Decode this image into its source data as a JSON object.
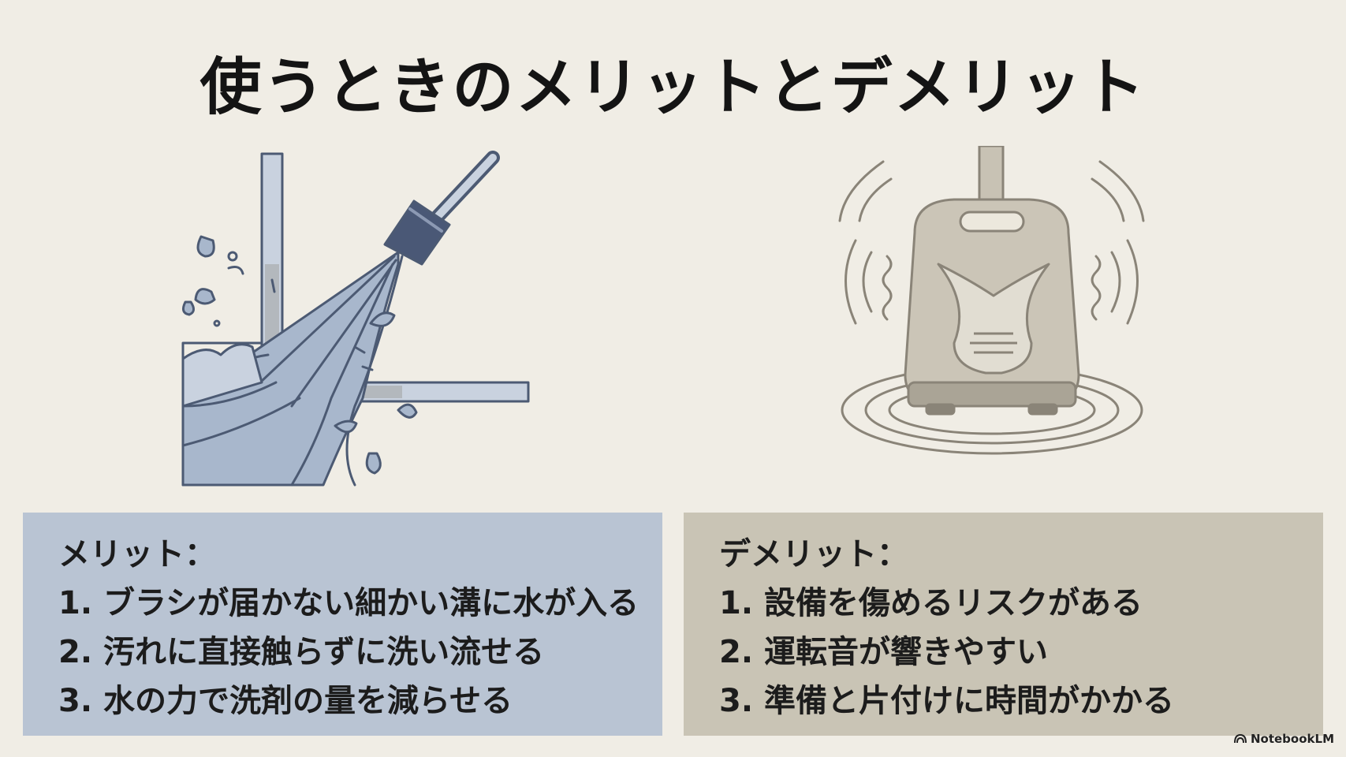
{
  "title": "使うときのメリットとデメリット",
  "merits": {
    "heading": "メリット：",
    "items": [
      "1. ブラシが届かない細かい溝に水が入る",
      "2. 汚れに直接触らずに洗い流せる",
      "3. 水の力で洗剤の量を減らせる"
    ]
  },
  "demerits": {
    "heading": "デメリット：",
    "items": [
      "1. 設備を傷めるリスクがある",
      "2. 運転音が響きやすい",
      "3. 準備と片付けに時間がかかる"
    ]
  },
  "brand": "NotebookLM",
  "icons": {
    "merit_illustration": "pressure-washer-spray-icon",
    "demerit_illustration": "vibrating-machine-icon",
    "brand_logo": "notebooklm-logo-icon"
  },
  "colors": {
    "background": "#f0ede5",
    "merit_panel": "#b9c4d3",
    "demerit_panel": "#c9c4b5"
  }
}
